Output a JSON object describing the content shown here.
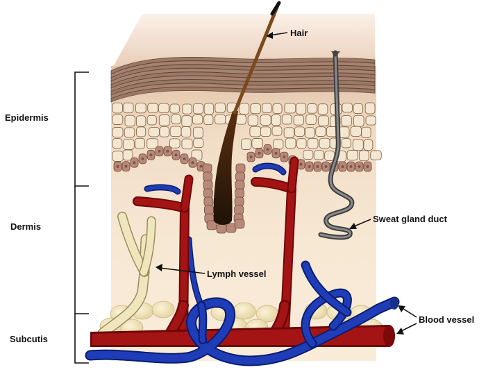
{
  "diagram": {
    "layers": [
      {
        "id": "epidermis",
        "label": "Epidermis"
      },
      {
        "id": "dermis",
        "label": "Dermis"
      },
      {
        "id": "subcutis",
        "label": "Subcutis"
      }
    ],
    "structures": {
      "hair": "Hair",
      "sweat_gland_duct": "Sweat gland duct",
      "lymph_vessel": "Lymph vessel",
      "blood_vessel": "Blood vessel"
    },
    "colors": {
      "artery_red": "#9b0d0d",
      "vein_blue": "#0f2a96",
      "lymph_cream": "#ece3b8",
      "cell_fill": "#f4e7d2",
      "cell_stroke": "#8a6a4c",
      "basal_cell": "#b88878",
      "stratum_corneum": "#9c7866",
      "hair_brown": "#7a4a1e",
      "duct_gray": "#666666"
    }
  }
}
